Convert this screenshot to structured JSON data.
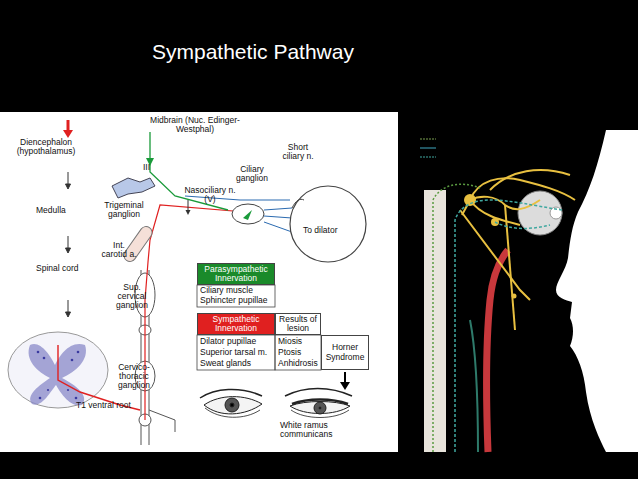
{
  "diagram": {
    "title": "Sympathetic Pathway",
    "nodes": [
      {
        "text": [
          "Parasympathetic Innervation"
        ]
      },
      {
        "text": [
          "Sympathetic Innervation"
        ]
      },
      {
        "text": [
          "Results of lesion"
        ]
      },
      {
        "text": [
          "Horner Syndrome"
        ]
      }
    ],
    "labels": [
      "Diencephalon (hypothalamus)",
      "Midbrain (Nuc. Edinger-Westphal)",
      "III",
      "Ciliary ganglion",
      "Short ciliary n.",
      "Nasociliary n. (V)",
      "Trigeminal ganglion",
      "Medulla",
      "Int. carotid a.",
      "To dilator",
      "Spinal cord",
      "Sup. cervical ganglion",
      "Cervico-thoracic ganglion",
      "T1 ventral root",
      "White ramus communicans",
      "Ciliary muscle",
      "Sphincter pupillae",
      "Dilator pupillae",
      "Superior tarsal m.",
      "Sweat glands",
      "Miosis",
      "Ptosis",
      "Anhidrosis"
    ]
  }
}
